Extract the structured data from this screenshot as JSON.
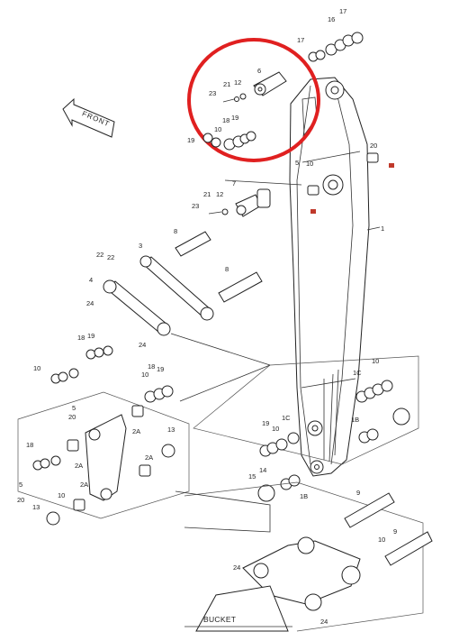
{
  "diagram": {
    "front_label": "FRONT",
    "bucket_label": "BUCKET",
    "highlight_color": "#e02020",
    "marker_color": "#c0392b",
    "part_numbers": {
      "n1": "1",
      "n3": "3",
      "n4": "4",
      "n5a": "5",
      "n5b": "5",
      "n5c": "5",
      "n6": "6",
      "n7": "7",
      "n8a": "8",
      "n8b": "8",
      "n9a": "9",
      "n9b": "9",
      "n10a": "10",
      "n10b": "10",
      "n10c": "10",
      "n10d": "10",
      "n10e": "10",
      "n10f": "10",
      "n10g": "10",
      "n10h": "10",
      "n12a": "12",
      "n12b": "12",
      "n13a": "13",
      "n13b": "13",
      "n14": "14",
      "n15": "15",
      "n16": "16",
      "n17a": "17",
      "n17b": "17",
      "n18a": "18",
      "n18b": "18",
      "n18c": "18",
      "n18d": "18",
      "n19a": "19",
      "n19b": "19",
      "n19c": "19",
      "n19d": "19",
      "n19e": "19",
      "n20a": "20",
      "n20b": "20",
      "n20c": "20",
      "n21a": "21",
      "n21b": "21",
      "n22": "22",
      "n22b": "22",
      "n23a": "23",
      "n23b": "23",
      "n24a": "24",
      "n24b": "24",
      "n24c": "24",
      "n24d": "24",
      "n1b": "1B",
      "n1b2": "1B",
      "n1c": "1C",
      "n1c2": "1C",
      "n2a1": "2A",
      "n2a2": "2A",
      "n2a3": "2A",
      "n2a4": "2A"
    }
  }
}
